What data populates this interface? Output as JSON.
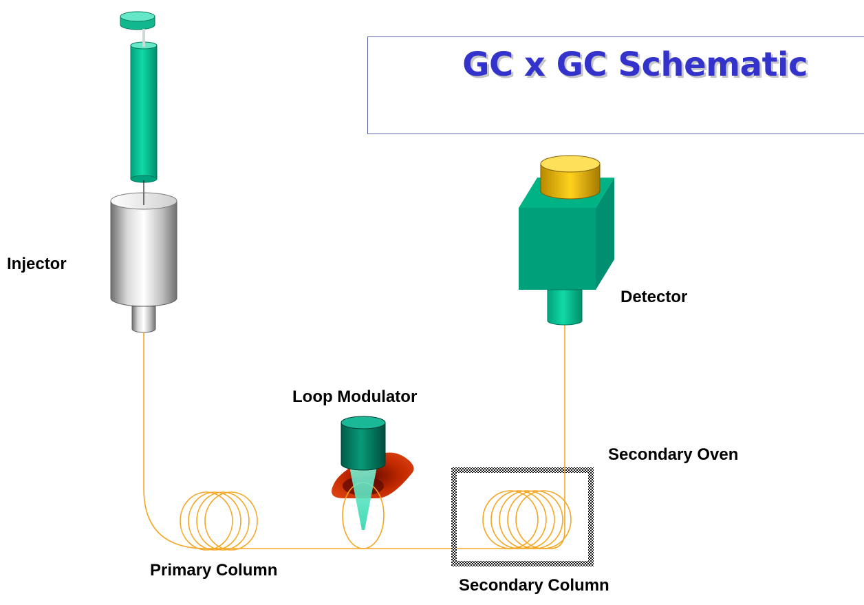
{
  "title": "GC x GC Schematic",
  "labels": {
    "injector": "Injector",
    "detector": "Detector",
    "loop_modulator": "Loop Modulator",
    "secondary_oven": "Secondary Oven",
    "primary_column": "Primary Column",
    "secondary_column": "Secondary Column"
  },
  "colors": {
    "title": "#3333cc",
    "column_tubing": "#f5a623",
    "syringe": "#00cc99",
    "detector_body": "#00aa88",
    "detector_cap": "#e0b000",
    "modulator_jet": "#cc2200"
  }
}
